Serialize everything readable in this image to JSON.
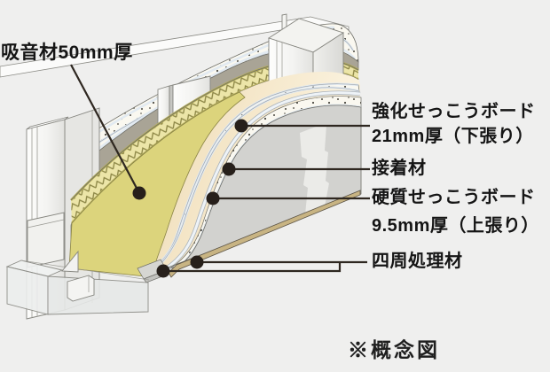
{
  "diagram": {
    "caption": "※概念図",
    "labels": {
      "absorber": "吸音材50mm厚",
      "reinforced_board_line1": "強化せっこうボード",
      "reinforced_board_line2": "21mm厚（下張り）",
      "adhesive": "接着材",
      "hard_board_line1": "硬質せっこうボード",
      "hard_board_line2": "9.5mm厚（上張り）",
      "perimeter": "四周処理材"
    },
    "parts": [
      "steel-stud",
      "floor-runner",
      "bridging-channel",
      "sound-absorbing-insulation",
      "reinforced-gypsum-board-underlay",
      "adhesive-layer",
      "hard-gypsum-board-overlay",
      "perimeter-treatment-strip"
    ]
  },
  "colors": {
    "background": "#efefee",
    "leader_line": "#2e2720",
    "label_text": "#151515",
    "insulation_face": "#dcd47c",
    "insulation_cut": "#ece5a8",
    "cavity_back_face": "#a9a496",
    "board_cross_section": "#faf8f0",
    "board_liner": "#e2eaf1",
    "underlay_board_face": "#ecd8b1",
    "overlay_board_face": "#d2d2cf",
    "perimeter_strip": "#c8b483",
    "steel_metal": "#e9e9e6"
  }
}
